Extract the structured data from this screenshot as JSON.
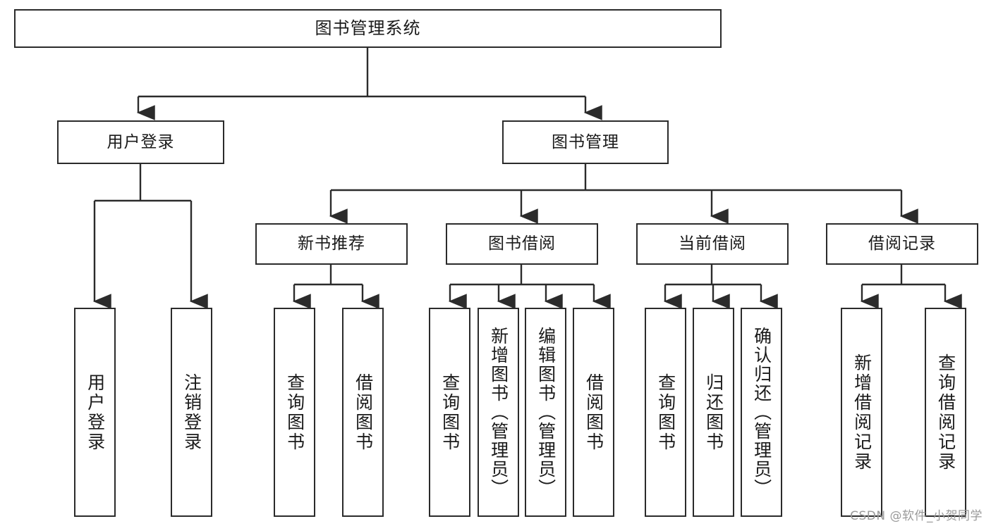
{
  "diagram": {
    "title": "图书管理系统",
    "watermark": "CSDN @软件_小贺同学",
    "stroke_color": "#2b2b2b",
    "text_color": "#1a1a1a",
    "background_color": "#ffffff",
    "nodes": {
      "root": {
        "label": "图书管理系统"
      },
      "level1": [
        {
          "label": "用户登录"
        },
        {
          "label": "图书管理"
        }
      ],
      "level2": [
        {
          "label": "新书推荐"
        },
        {
          "label": "图书借阅"
        },
        {
          "label": "当前借阅"
        },
        {
          "label": "借阅记录"
        }
      ],
      "leaves_user_login": [
        {
          "label": "用户登录"
        },
        {
          "label": "注销登录"
        }
      ],
      "leaves_new_books": [
        {
          "label": "查询图书"
        },
        {
          "label": "借阅图书"
        }
      ],
      "leaves_borrow": [
        {
          "label": "查询图书"
        },
        {
          "label": "新增图书（管理员）"
        },
        {
          "label": "编辑图书（管理员）"
        },
        {
          "label": "借阅图书"
        }
      ],
      "leaves_current": [
        {
          "label": "查询图书"
        },
        {
          "label": "归还图书"
        },
        {
          "label": "确认归还（管理员）"
        }
      ],
      "leaves_records": [
        {
          "label": "新增借阅记录"
        },
        {
          "label": "查询借阅记录"
        }
      ]
    }
  }
}
